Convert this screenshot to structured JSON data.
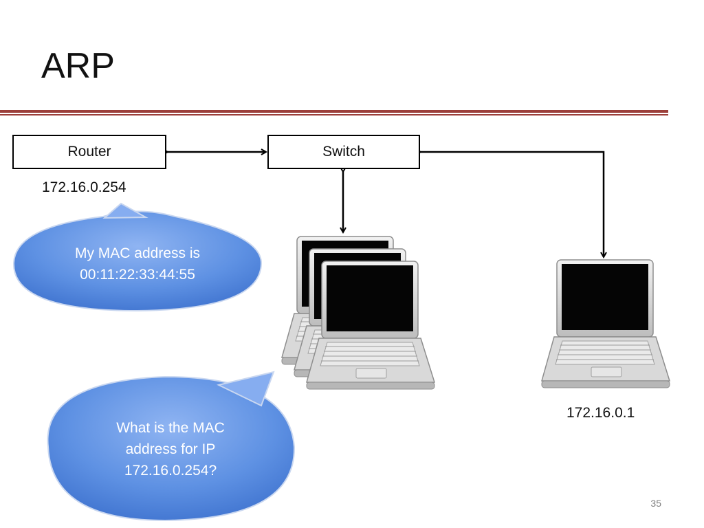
{
  "slide": {
    "title": "ARP",
    "page_number": "35"
  },
  "nodes": {
    "router": {
      "label": "Router",
      "ip": "172.16.0.254"
    },
    "switch": {
      "label": "Switch"
    },
    "host": {
      "ip": "172.16.0.1"
    }
  },
  "bubbles": {
    "reply": {
      "line1": "My MAC address is",
      "line2": "00:11:22:33:44:55"
    },
    "request": {
      "line1": "What is the MAC",
      "line2": "address for IP",
      "line3": "172.16.0.254?"
    }
  },
  "colors": {
    "accent_rule": "#9c3f3a",
    "bubble_fill": "#5b8fe0",
    "bubble_stroke": "#8fb0e6"
  }
}
